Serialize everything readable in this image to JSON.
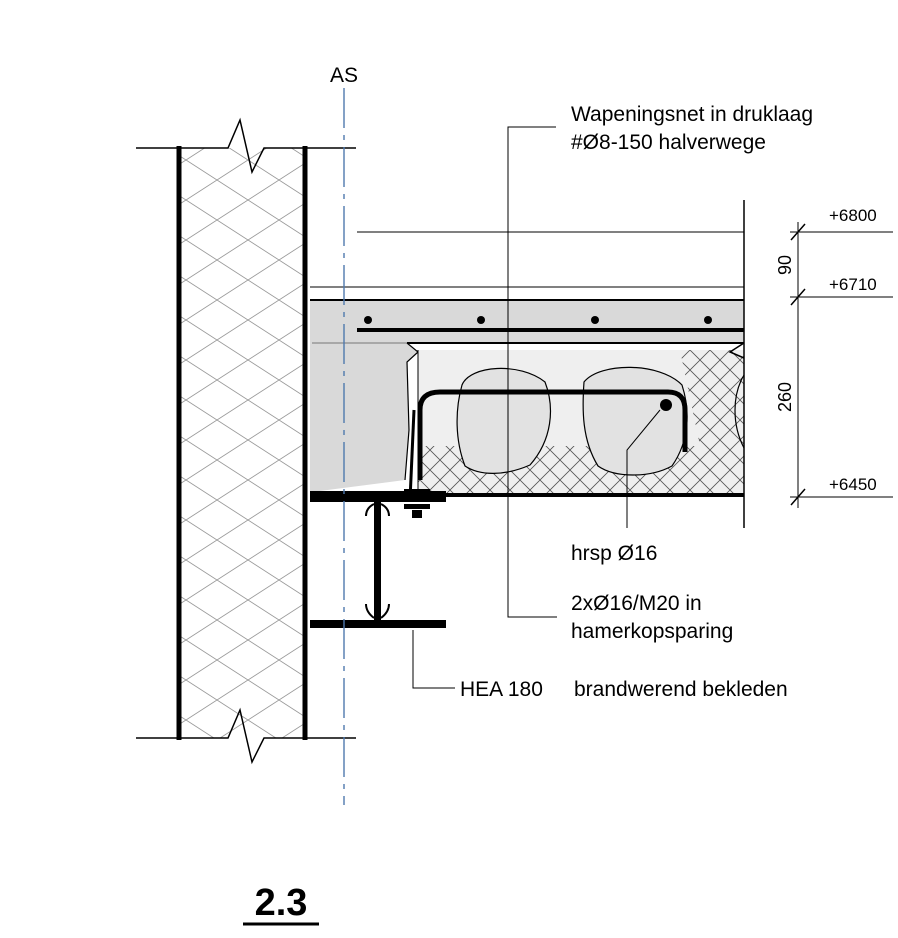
{
  "axis_label": "AS",
  "labels": {
    "mesh_line1": "Wapeningsnet in druklaag",
    "mesh_line2": "#Ø8-150 halverwege",
    "hairpin": "hrsp Ø16",
    "bolts_line1": "2xØ16/M20 in",
    "bolts_line2": "hamerkopsparing",
    "beam_profile": "HEA 180",
    "beam_note": "brandwerend bekleden"
  },
  "levels": {
    "top": "+6800",
    "mid": "+6710",
    "bottom": "+6450"
  },
  "dimensions": {
    "topping": "90",
    "slab": "260"
  },
  "detail_number": "2.3",
  "colors": {
    "line": "#000000",
    "axis": "#4f79ad",
    "concrete": "#d9d9d9",
    "hollowcore": "#efefef",
    "core": "#e2e2e2"
  }
}
